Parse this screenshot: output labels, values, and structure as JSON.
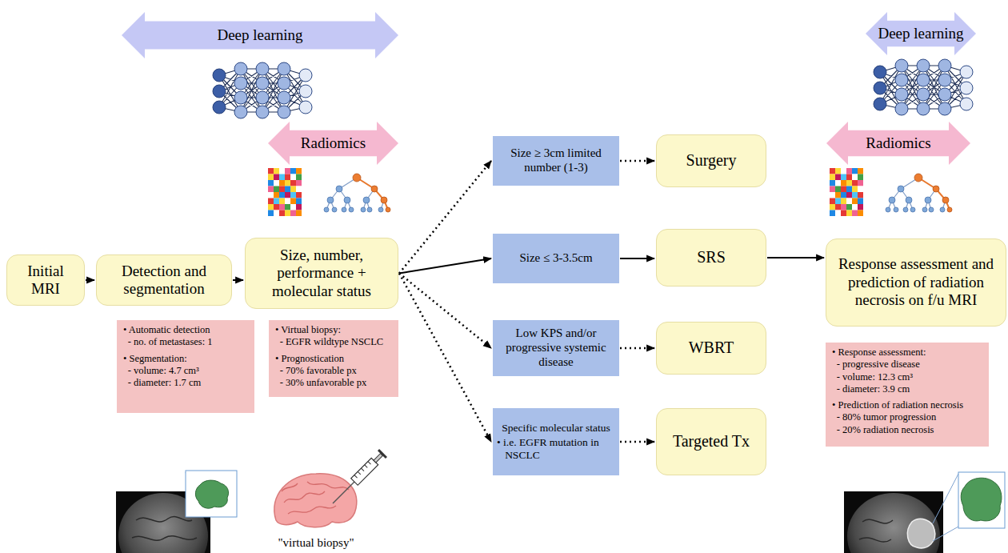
{
  "diagram": {
    "nodes": [
      {
        "text": [
          "Deep learning"
        ]
      },
      {
        "text": [
          "Radiomics"
        ]
      },
      {
        "text": [
          "Initial MRI"
        ]
      },
      {
        "text": [
          "Detection and segmentation"
        ]
      },
      {
        "text": [
          "Size, number, performance + molecular status"
        ]
      },
      {
        "text": [
          "• Automatic detection",
          "- no. of metastases: 1",
          "• Segmentation:",
          "- volume: 4.7 cm³",
          "- diameter: 1.7 cm"
        ]
      },
      {
        "text": [
          "• Virtual biopsy:",
          "- EGFR wildtype NSCLC",
          "• Prognostication",
          "- 70% favorable px",
          "- 30% unfavorable px"
        ]
      },
      {
        "text": [
          "Size ≥ 3cm limited number (1-3)"
        ]
      },
      {
        "text": [
          "Surgery"
        ]
      },
      {
        "text": [
          "Size ≤ 3-3.5cm"
        ]
      },
      {
        "text": [
          "SRS"
        ]
      },
      {
        "text": [
          "Low KPS and/or progressive systemic disease"
        ]
      },
      {
        "text": [
          "WBRT"
        ]
      },
      {
        "text": [
          "Specific molecular status",
          "• i.e. EGFR mutation in NSCLC"
        ]
      },
      {
        "text": [
          "Targeted Tx"
        ]
      },
      {
        "text": [
          "Deep learning"
        ]
      },
      {
        "text": [
          "Radiomics"
        ]
      },
      {
        "text": [
          "Response assessment and prediction of radiation necrosis on f/u MRI"
        ]
      },
      {
        "text": [
          "• Response assessment:",
          "- progressive disease",
          "- volume: 12.3 cm³",
          "- diameter: 3.9 cm",
          "• Prediction of radiation necrosis",
          "- 80% tumor progression",
          "- 20% radiation necrosis"
        ]
      }
    ],
    "edges": [
      {
        "from": 2,
        "to": 3,
        "arrow": "to"
      },
      {
        "from": 3,
        "to": 4,
        "arrow": "to"
      },
      {
        "from": 4,
        "to": 7,
        "arrow": "to"
      },
      {
        "from": 4,
        "to": 9,
        "arrow": "to"
      },
      {
        "from": 4,
        "to": 11,
        "arrow": "to"
      },
      {
        "from": 4,
        "to": 13,
        "arrow": "to"
      },
      {
        "from": 7,
        "to": 8,
        "arrow": "to"
      },
      {
        "from": 9,
        "to": 10,
        "arrow": "to"
      },
      {
        "from": 11,
        "to": 12,
        "arrow": "to"
      },
      {
        "from": 13,
        "to": 14,
        "arrow": "to"
      },
      {
        "from": 10,
        "to": 17,
        "arrow": "to"
      }
    ],
    "labels": [
      "\"virtual biopsy\""
    ]
  }
}
